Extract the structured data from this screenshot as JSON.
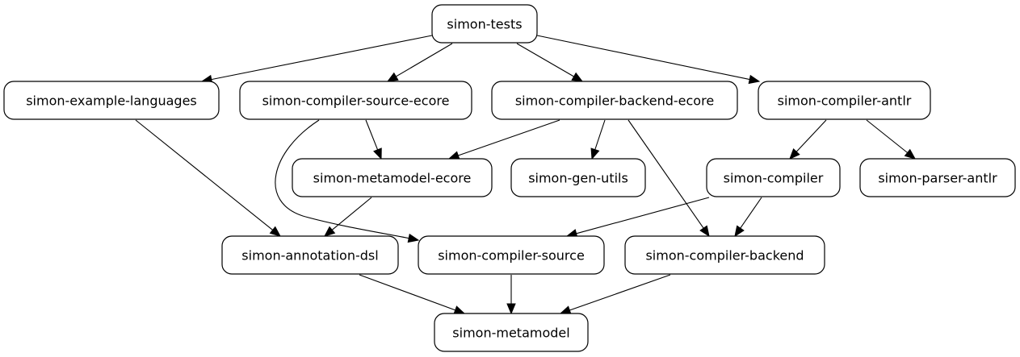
{
  "diagram": {
    "type": "dependency-graph",
    "colors": {
      "background": "#ffffff",
      "stroke": "#000000",
      "text": "#000000"
    },
    "nodes": [
      {
        "id": "tests",
        "label": "simon-tests"
      },
      {
        "id": "example_languages",
        "label": "simon-example-languages"
      },
      {
        "id": "compiler_source_ecore",
        "label": "simon-compiler-source-ecore"
      },
      {
        "id": "compiler_backend_ecore",
        "label": "simon-compiler-backend-ecore"
      },
      {
        "id": "compiler_antlr",
        "label": "simon-compiler-antlr"
      },
      {
        "id": "metamodel_ecore",
        "label": "simon-metamodel-ecore"
      },
      {
        "id": "gen_utils",
        "label": "simon-gen-utils"
      },
      {
        "id": "compiler",
        "label": "simon-compiler"
      },
      {
        "id": "parser_antlr",
        "label": "simon-parser-antlr"
      },
      {
        "id": "annotation_dsl",
        "label": "simon-annotation-dsl"
      },
      {
        "id": "compiler_source",
        "label": "simon-compiler-source"
      },
      {
        "id": "compiler_backend",
        "label": "simon-compiler-backend"
      },
      {
        "id": "metamodel",
        "label": "simon-metamodel"
      }
    ],
    "edges": [
      {
        "from": "tests",
        "to": "example_languages"
      },
      {
        "from": "tests",
        "to": "compiler_source_ecore"
      },
      {
        "from": "tests",
        "to": "compiler_backend_ecore"
      },
      {
        "from": "tests",
        "to": "compiler_antlr"
      },
      {
        "from": "example_languages",
        "to": "annotation_dsl"
      },
      {
        "from": "compiler_source_ecore",
        "to": "metamodel_ecore"
      },
      {
        "from": "compiler_source_ecore",
        "to": "compiler_source"
      },
      {
        "from": "compiler_backend_ecore",
        "to": "metamodel_ecore"
      },
      {
        "from": "compiler_backend_ecore",
        "to": "gen_utils"
      },
      {
        "from": "compiler_backend_ecore",
        "to": "compiler_backend"
      },
      {
        "from": "compiler_antlr",
        "to": "compiler"
      },
      {
        "from": "compiler_antlr",
        "to": "parser_antlr"
      },
      {
        "from": "metamodel_ecore",
        "to": "annotation_dsl"
      },
      {
        "from": "compiler",
        "to": "compiler_source"
      },
      {
        "from": "compiler",
        "to": "compiler_backend"
      },
      {
        "from": "annotation_dsl",
        "to": "metamodel"
      },
      {
        "from": "compiler_source",
        "to": "metamodel"
      },
      {
        "from": "compiler_backend",
        "to": "metamodel"
      }
    ]
  }
}
